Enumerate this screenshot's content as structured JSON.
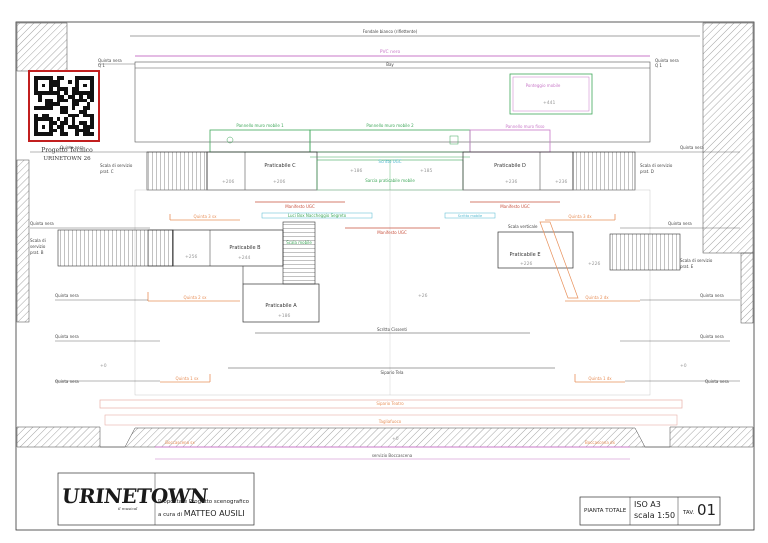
{
  "labels": {
    "fondale": "Fondale bianco (riflettente)",
    "pvc_nero": "PVC nero",
    "bay": "Bay",
    "quinta_nera_q1": "Quinta nera",
    "quinta_nera_q1_b": "Q 1",
    "ponteggio": "Ponteggio mobile",
    "ponteggio_h": "+441",
    "project_title": "Progetto Tecnico",
    "project_sub": "URINETOWN 26",
    "pannello_mobile_1": "Pannello muro mobile 1",
    "pannello_mobile_2": "Pannello muro mobile 2",
    "pannello_fisso": "Pannello muro fisso",
    "quinta_nera": "Quinta nera",
    "scala_servizio_c": "Scala di servizio",
    "scala_servizio_c2": "prat. C",
    "scala_servizio_d": "Scala di servizio",
    "scala_servizio_d2": "prat. D",
    "praticabile_c": "Praticabile C",
    "praticabile_d": "Praticabile D",
    "praticabile_b": "Praticabile B",
    "praticabile_a": "Praticabile A",
    "praticabile_e": "Praticabile E",
    "scritto_ugc": "Scritto UGC",
    "sarcia": "Sarcia praticabile mobile",
    "h206": "+206",
    "h206b": "+206",
    "h186": "+186",
    "h185": "+185",
    "h236": "+236",
    "h236b": "+236",
    "h256": "+256",
    "h244": "+244",
    "h186b": "+186",
    "h226": "+226",
    "h226b": "+226",
    "h26": "+26",
    "h0a": "+0",
    "h0b": "+0",
    "h0c": "+0",
    "manifesto_ugc": "Manifesto UGC",
    "manifesto_ugc_b": "Manifesto UGC",
    "manifesto_ugc_c": "Manifesto UGC",
    "luci_box": "Luci Box Naccheggio Segreto",
    "scala_mobile": "Scala mobile",
    "quinta_3_sx": "Quinta 3 sx",
    "quinta_3_dx": "Quinta 3 dx",
    "quinta_2_sx": "Quinta 2 sx",
    "quinta_2_dx": "Quinta 2 dx",
    "quinta_1_sx": "Quinta 1 sx",
    "quinta_1_dx": "Quinta 1 dx",
    "scala_servizio_b": "Scala di",
    "scala_servizio_b2": "servizio",
    "scala_servizio_b3": "prat. B",
    "scala_servizio_e": "Scala di servizio",
    "scala_servizio_e2": "prat. E",
    "scritto_mobile": "Scritto mobile",
    "scala_verticale": "Scala verticale",
    "scritto_cissenti": "Scritto Cissenti",
    "sipario_tela": "Sipario Tela",
    "sipario_teatro": "Sipario Teatro",
    "tagliafuoco": "Tagliafuoco",
    "boccascena_sx": "Boccascena sx",
    "boccascena_dx": "Boccascena dx",
    "sipario_boccascena": "servizio Boccascena",
    "h0d": "+0"
  },
  "title_block": {
    "logo": "URINETOWN",
    "logo_sub": "il musical",
    "credit_line1": "Proposta e Progetto scenografico",
    "credit_line2_prefix": "a cura di",
    "credit_name": "MATTEO AUSILI",
    "pianta": "PIANTA TOTALE",
    "iso": "ISO A3",
    "scala": "scala 1:50",
    "tav_label": "TAV.",
    "tav_num": "01"
  },
  "colors": {
    "magenta": "#c878c8",
    "green": "#3fa85a",
    "red": "#c8503c",
    "orange": "#e8905a",
    "cyan": "#50b8d0",
    "line": "#444444"
  }
}
